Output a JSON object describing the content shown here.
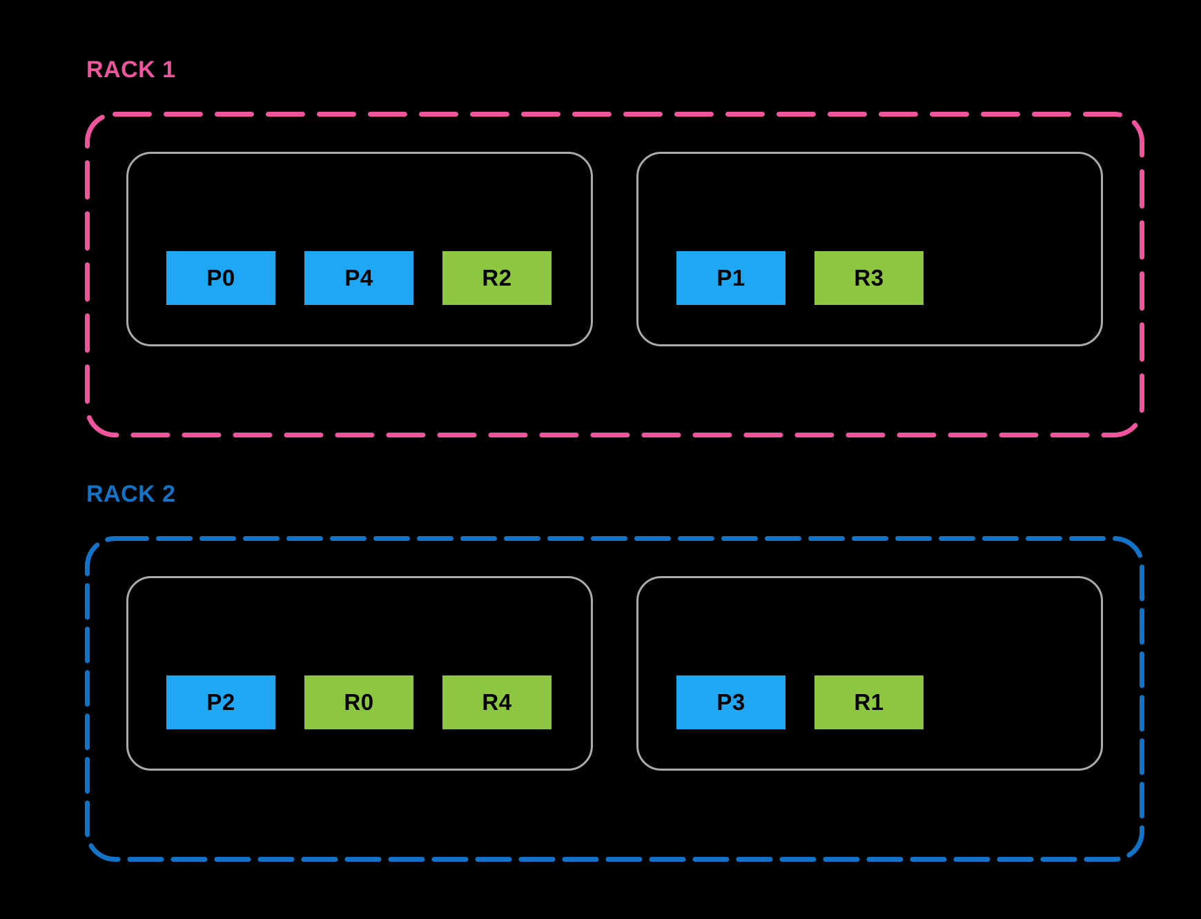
{
  "colors": {
    "background": "#000000",
    "primary_block": "#1EA7F2",
    "replica_block": "#8DC63F",
    "node_border": "#ABABAB",
    "block_text": "#000000",
    "rack1_accent": "#F0549C",
    "rack2_accent": "#1274C8"
  },
  "racks": [
    {
      "label": "RACK 1",
      "accent_color": "#F0549C",
      "nodes": [
        {
          "blocks": [
            {
              "label": "P0",
              "type": "primary"
            },
            {
              "label": "P4",
              "type": "primary"
            },
            {
              "label": "R2",
              "type": "replica"
            }
          ]
        },
        {
          "blocks": [
            {
              "label": "P1",
              "type": "primary"
            },
            {
              "label": "R3",
              "type": "replica"
            }
          ]
        }
      ]
    },
    {
      "label": "RACK 2",
      "accent_color": "#1274C8",
      "nodes": [
        {
          "blocks": [
            {
              "label": "P2",
              "type": "primary"
            },
            {
              "label": "R0",
              "type": "replica"
            },
            {
              "label": "R4",
              "type": "replica"
            }
          ]
        },
        {
          "blocks": [
            {
              "label": "P3",
              "type": "primary"
            },
            {
              "label": "R1",
              "type": "replica"
            }
          ]
        }
      ]
    }
  ]
}
